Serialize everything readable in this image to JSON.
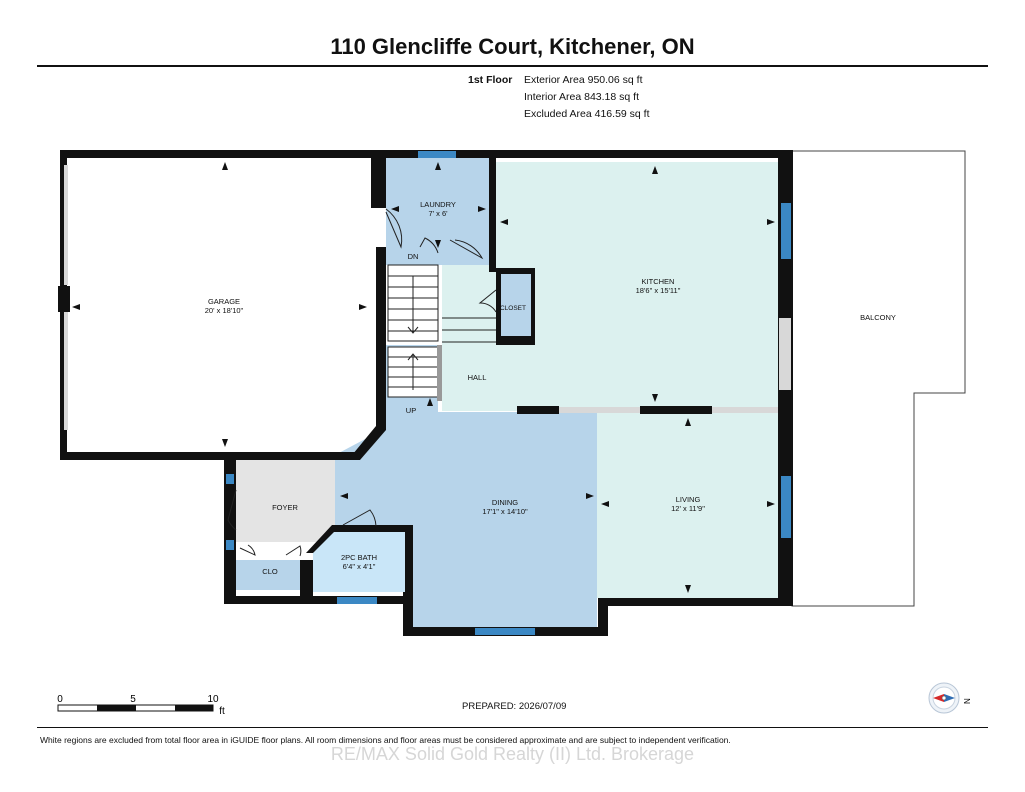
{
  "title": "110 Glencliffe Court, Kitchener, ON",
  "floor": {
    "label": "1st Floor",
    "exterior_area": "Exterior Area 950.06 sq ft",
    "interior_area": "Interior Area 843.18 sq ft",
    "excluded_area": "Excluded Area 416.59 sq ft"
  },
  "rooms": {
    "laundry": {
      "name": "LAUNDRY",
      "size": "7' x 6'"
    },
    "kitchen": {
      "name": "KITCHEN",
      "size": "18'6\" x 15'11\""
    },
    "garage": {
      "name": "GARAGE",
      "size": "20' x 18'10\""
    },
    "balcony": {
      "name": "BALCONY"
    },
    "closet": {
      "name": "CLOSET"
    },
    "hall": {
      "name": "HALL"
    },
    "foyer": {
      "name": "FOYER"
    },
    "dining": {
      "name": "DINING",
      "size": "17'1\" x 14'10\""
    },
    "living": {
      "name": "LIVING",
      "size": "12' x 11'9\""
    },
    "bath": {
      "name": "2PC BATH",
      "size": "6'4\" x 4'1\""
    },
    "clo": {
      "name": "CLO"
    }
  },
  "stairs": {
    "down": "DN",
    "up": "UP"
  },
  "scale_bar": {
    "ticks": [
      "0",
      "5",
      "10"
    ],
    "unit": "ft"
  },
  "prepared": "PREPARED: 2026/07/09",
  "disclaimer": "White regions are excluded from total floor area in iGUIDE floor plans. All room dimensions and floor areas must be considered approximate and are subject to independent verification.",
  "watermark": "RE/MAX Solid Gold Realty (II) Ltd. Brokerage",
  "compass": {
    "label": "N"
  },
  "colors": {
    "wall": "#111111",
    "blue_room": "#b7d4ea",
    "mint_room": "#dcf1ef",
    "garage": "#ffffff",
    "gray_room": "#e4e4e4",
    "window": "#3b88c4"
  }
}
